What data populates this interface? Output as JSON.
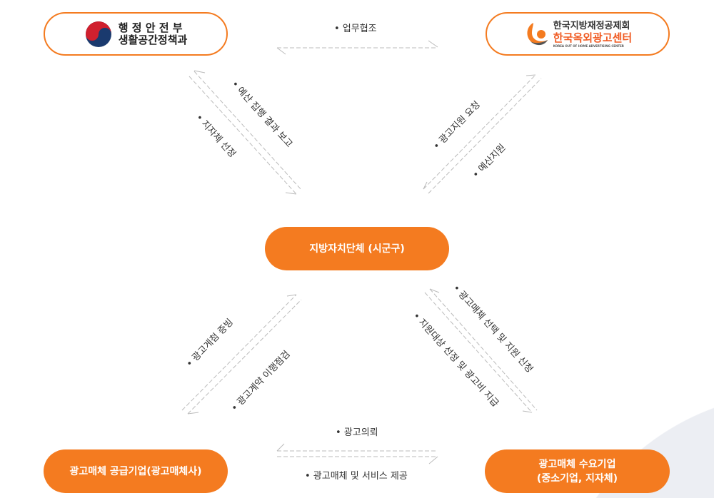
{
  "nodes": {
    "mois": {
      "line1": "행 정 안 전 부",
      "line2": "생활공간정책과"
    },
    "kofc": {
      "line1": "한국지방재정공제회",
      "line2": "한국옥외광고센터",
      "line3": "KOREA OUT OF HOME ADVERTISING CENTER"
    },
    "local_gov": "지방자치단체 (시군구)",
    "supplier": "광고매체 공급기업(광고매체사)",
    "demand": {
      "line1": "광고매체 수요기업",
      "line2": "(중소기업, 지자체)"
    }
  },
  "flows": {
    "top": "• 업무협조",
    "tl_outer": "• 예산 집행 결과 보고",
    "tl_inner": "• 지자체 선정",
    "tr_outer": "• 광고지원 요청",
    "tr_inner": "• 예산지원",
    "bl_outer": "• 광고게첨 증빙",
    "bl_inner": "• 광고계약 이행점검",
    "br_outer": "• 광고매체 선택 및 지원 신청",
    "br_inner": "• 지원대상 선정 및 광고비 지급",
    "bottom_top": "• 광고의뢰",
    "bottom_bottom": "• 광고매체 및 서비스 제공"
  },
  "colors": {
    "accent": "#f47b20",
    "line": "#bbbbbb"
  }
}
